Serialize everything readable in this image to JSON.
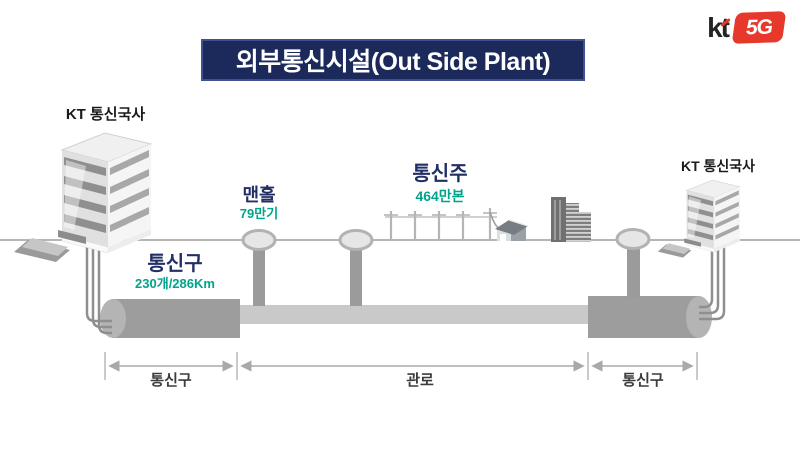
{
  "brand": {
    "wordmark": "kt",
    "badge": "5G"
  },
  "title": "외부통신시설(Out Side Plant)",
  "facilities": {
    "left_office": "KT 통신국사",
    "right_office": "KT 통신국사",
    "manhole": {
      "label": "맨홀",
      "count": "79만기"
    },
    "pole": {
      "label": "통신주",
      "count": "464만본"
    },
    "tunnel": {
      "label": "통신구",
      "count": "230개/286Km"
    }
  },
  "dimension_bar": {
    "left": "통신구",
    "middle": "관로",
    "right": "통신구"
  },
  "colors": {
    "banner_bg": "#1b2a5a",
    "banner_border": "#41518f",
    "label_navy": "#222f66",
    "accent_teal": "#00a38b",
    "brand_red": "#e6392c",
    "tunnel_gray": "#9d9d9d",
    "duct_gray": "#c9c9c9"
  }
}
